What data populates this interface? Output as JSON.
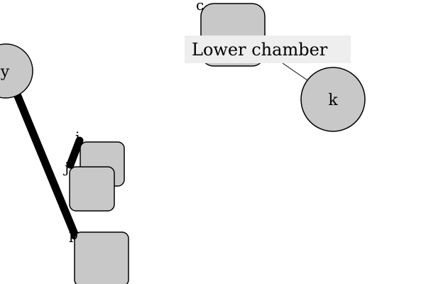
{
  "nodes": {
    "y": {
      "label": "y"
    },
    "k": {
      "label": "k"
    },
    "c": {
      "label": "c"
    },
    "i": {
      "label": "i"
    },
    "j": {
      "label": "j"
    },
    "p": {
      "label": "p"
    }
  },
  "annotation": {
    "text": "Lower chamber"
  },
  "colors": {
    "node_fill": "#c8c8c8",
    "label_background": "#eeeeee",
    "edge": "#000000"
  }
}
